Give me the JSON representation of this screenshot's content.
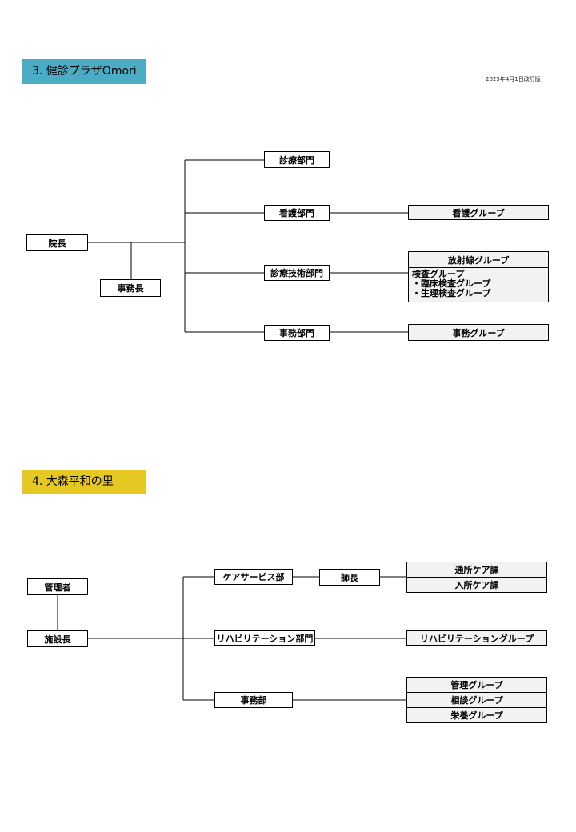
{
  "section3": {
    "title": "3.  健診プラザOmori",
    "title_bg": "#4bacc6",
    "revised": "2025年4月1日改訂版",
    "nodes": {
      "incho": "院長",
      "jimucho": "事務長",
      "shinryo": "診療部門",
      "kango": "看護部門",
      "gijutsu": "診療技術部門",
      "jimu": "事務部門",
      "kango_group": "看護グループ",
      "jimu_group": "事務グループ"
    },
    "tech_box": {
      "head": "放射線グループ",
      "lines": [
        "検査グループ",
        "・臨床検査グループ",
        "・生理検査グループ"
      ]
    }
  },
  "section4": {
    "title": "4.  大森平和の里",
    "title_bg": "#e6c822",
    "nodes": {
      "kanrisha": "管理者",
      "shisetsucho": "施設長",
      "care": "ケアサービス部",
      "shicho": "師長",
      "rehab": "リハビリテーション部門",
      "jimubu": "事務部",
      "tsusho": "通所ケア課",
      "nyusho": "入所ケア課",
      "rehab_group": "リハビリテーショングループ",
      "kanri_group": "管理グループ",
      "sodan_group": "相談グループ",
      "eiyo_group": "栄養グループ"
    }
  }
}
